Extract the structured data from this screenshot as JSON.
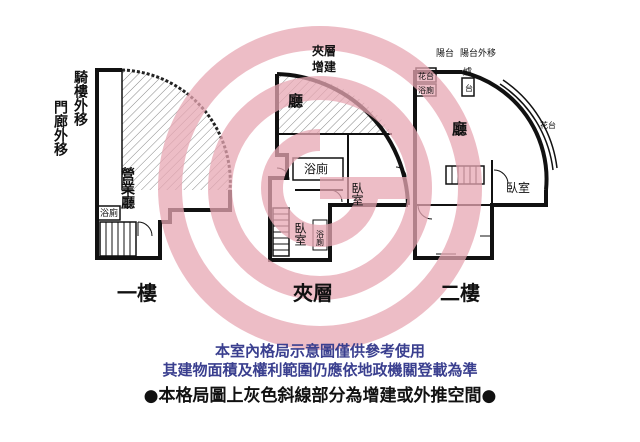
{
  "first_floor": {
    "title": "一樓",
    "door_side_label": "門廊外移",
    "arcade_label": "騎樓外移",
    "shop_label": "營業廳",
    "bath_label": "浴廁"
  },
  "mezzanine": {
    "title": "夾層",
    "addition_label": "夾層增建",
    "hall_label": "廳",
    "bath_label": "浴廁",
    "bedroom_right_label": "臥室",
    "bedroom_left_label": "臥室",
    "small_bath_label": "浴廁"
  },
  "second_floor": {
    "title": "二樓",
    "balcony_label": "陽台",
    "balcony_ext_label": "陽台外移",
    "planter_top_label": "花台",
    "stove_label": "爐",
    "bath_label": "浴廁",
    "sink_label": "台",
    "planter_right_label": "花台",
    "hall_label": "廳",
    "bedroom_label": "臥室"
  },
  "notes": {
    "line1": "本室內格局示意圖僅供參考使用",
    "line2": "其建物面積及權利範圍仍應依地政機關登載為準",
    "line3": "●本格局圖上灰色斜線部分為增建或外推空間●"
  },
  "watermark_color": "#e8a7b3"
}
